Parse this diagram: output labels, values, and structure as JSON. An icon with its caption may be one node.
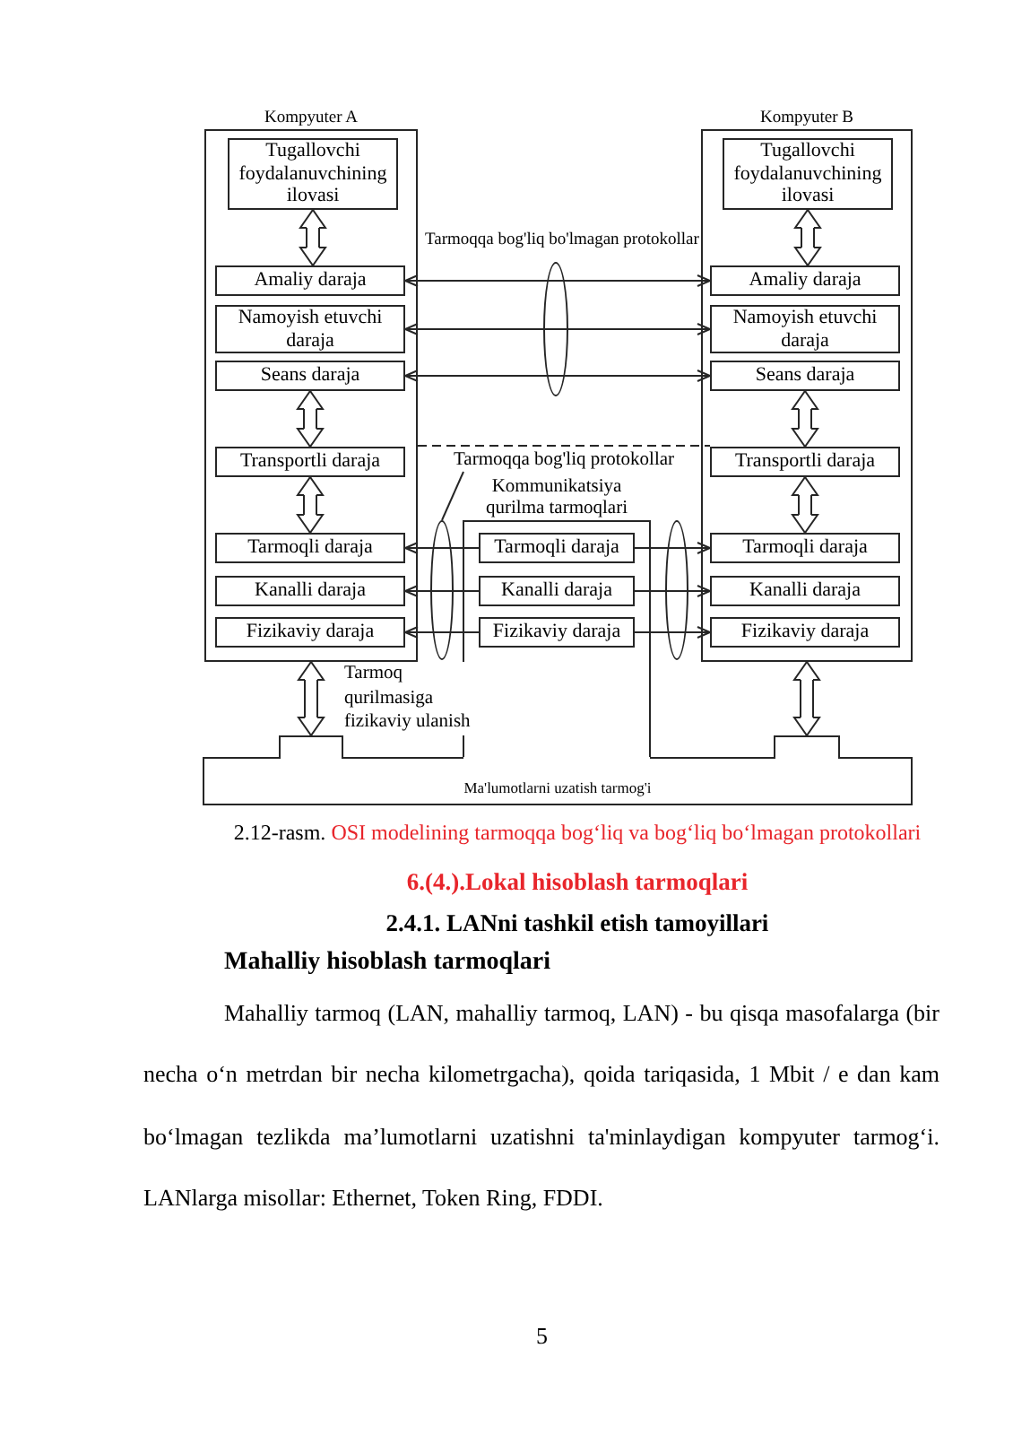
{
  "diagram": {
    "caption": "2.12-rasm. OSI modelining tarmoqqa bog‘liq va bog‘liq bo‘lmagan protokollari",
    "nodes": [
      {
        "text": [
          "Kompyuter A"
        ]
      },
      {
        "text": [
          "Tugallovchi foydalanuvchining ilovasi"
        ],
        "in": 0
      },
      {
        "text": [
          "Amaliy daraja"
        ],
        "in": 0
      },
      {
        "text": [
          "Namoyish etuvchi daraja"
        ],
        "in": 0
      },
      {
        "text": [
          "Seans daraja"
        ],
        "in": 0
      },
      {
        "text": [
          "Transportli daraja"
        ],
        "in": 0
      },
      {
        "text": [
          "Tarmoqli daraja"
        ],
        "in": 0
      },
      {
        "text": [
          "Kanalli daraja"
        ],
        "in": 0
      },
      {
        "text": [
          "Fizikaviy daraja"
        ],
        "in": 0
      },
      {
        "text": [
          "Kompyuter B"
        ]
      },
      {
        "text": [
          "Tugallovchi foydalanuvchining ilovasi"
        ],
        "in": 9
      },
      {
        "text": [
          "Amaliy daraja"
        ],
        "in": 9
      },
      {
        "text": [
          "Namoyish etuvchi daraja"
        ],
        "in": 9
      },
      {
        "text": [
          "Seans daraja"
        ],
        "in": 9
      },
      {
        "text": [
          "Transportli daraja"
        ],
        "in": 9
      },
      {
        "text": [
          "Tarmoqli daraja"
        ],
        "in": 9
      },
      {
        "text": [
          "Kanalli daraja"
        ],
        "in": 9
      },
      {
        "text": [
          "Fizikaviy daraja"
        ],
        "in": 9
      },
      {
        "text": [
          "Kommunikatsiya qurilma tarmoqlari"
        ]
      },
      {
        "text": [
          "Tarmoqli daraja"
        ],
        "in": 18
      },
      {
        "text": [
          "Kanalli daraja"
        ],
        "in": 18
      },
      {
        "text": [
          "Fizikaviy daraja"
        ],
        "in": 18
      },
      {
        "text": [
          "Ma'lumotlarni uzatish tarmog'i"
        ]
      },
      {
        "text": [
          "Tarmoqqa bog'liq protokollar"
        ]
      },
      {
        "text": [],
        "shape": "ellipse"
      },
      {
        "text": [],
        "shape": "ellipse"
      },
      {
        "text": [],
        "shape": "ellipse"
      }
    ],
    "edges": [
      {
        "from": 1,
        "to": 2,
        "arrow": "both"
      },
      {
        "from": 10,
        "to": 11,
        "arrow": "both"
      },
      {
        "from": 2,
        "to": 11,
        "arrow": "both"
      },
      {
        "from": 3,
        "to": 12,
        "arrow": "both"
      },
      {
        "from": 4,
        "to": 13,
        "arrow": "both"
      },
      {
        "from": 4,
        "to": 5,
        "arrow": "both"
      },
      {
        "from": 13,
        "to": 14,
        "arrow": "both"
      },
      {
        "from": 5,
        "to": 6,
        "arrow": "both"
      },
      {
        "from": 14,
        "to": 15,
        "arrow": "both"
      },
      {
        "from": 19,
        "to": 6,
        "arrow": "to"
      },
      {
        "from": 19,
        "to": 15,
        "arrow": "to"
      },
      {
        "from": 20,
        "to": 7,
        "arrow": "to"
      },
      {
        "from": 20,
        "to": 16,
        "arrow": "to"
      },
      {
        "from": 21,
        "to": 8,
        "arrow": "to"
      },
      {
        "from": 21,
        "to": 17,
        "arrow": "to"
      },
      {
        "from": 0,
        "to": 22,
        "arrow": "both",
        "label": "Tarmoq qurilmasiga fizikaviy ulanish"
      },
      {
        "from": 9,
        "to": 22,
        "arrow": "both"
      },
      {
        "from": 23,
        "to": 25,
        "arrow": "none"
      }
    ],
    "labels": [
      "Tarmoqqa bog'liq bo'lmagan protokollar",
      "6.(4.).Lokal hisoblash tarmoqlari",
      "2.4.1. LANni tashkil etish tamoyillari",
      "Mahalliy hisoblash tarmoqlari",
      "Mahalliy tarmoq (LAN, mahalliy tarmoq, LAN) - bu qisqa masofalarga (bir necha o‘n metrdan bir necha kilometrgacha), qoida tariqasida, 1 Mbit / e dan kam bo‘lmagan tezlikda ma’lumotlarni uzatishni ta'minlaydigan kompyuter tarmog‘i. LANlarga misollar: Ethernet, Token Ring, FDDI.",
      "5"
    ]
  }
}
